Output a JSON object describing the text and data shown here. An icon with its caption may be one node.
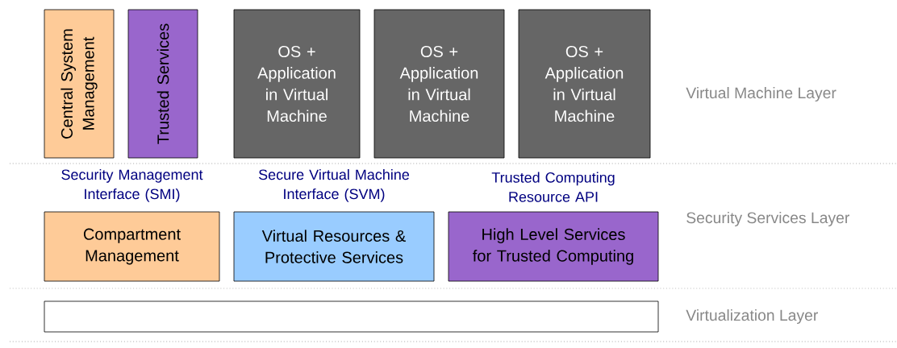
{
  "diagram": {
    "nodes": [
      {
        "text": [
          "Central System Management"
        ]
      },
      {
        "text": [
          "Trusted Services"
        ]
      },
      {
        "text": [
          "OS + Application in Virtual Machine"
        ]
      },
      {
        "text": [
          "OS + Application in Virtual Machine"
        ]
      },
      {
        "text": [
          "OS + Application in Virtual Machine"
        ]
      },
      {
        "text": [
          "Security Management Interface (SMI)",
          "Compartment Management"
        ]
      },
      {
        "text": [
          "Secure Virtual Machine Interface (SVM)",
          "Virtual Resources & Protective Services"
        ]
      },
      {
        "text": [
          "Trusted Computing Resource API",
          "High Level Services for Trusted Computing"
        ]
      },
      {
        "text": [],
        "shape": "box"
      }
    ],
    "labels": [
      "Virtual Machine Layer",
      "Security Services Layer",
      "Virtualization Layer"
    ]
  }
}
